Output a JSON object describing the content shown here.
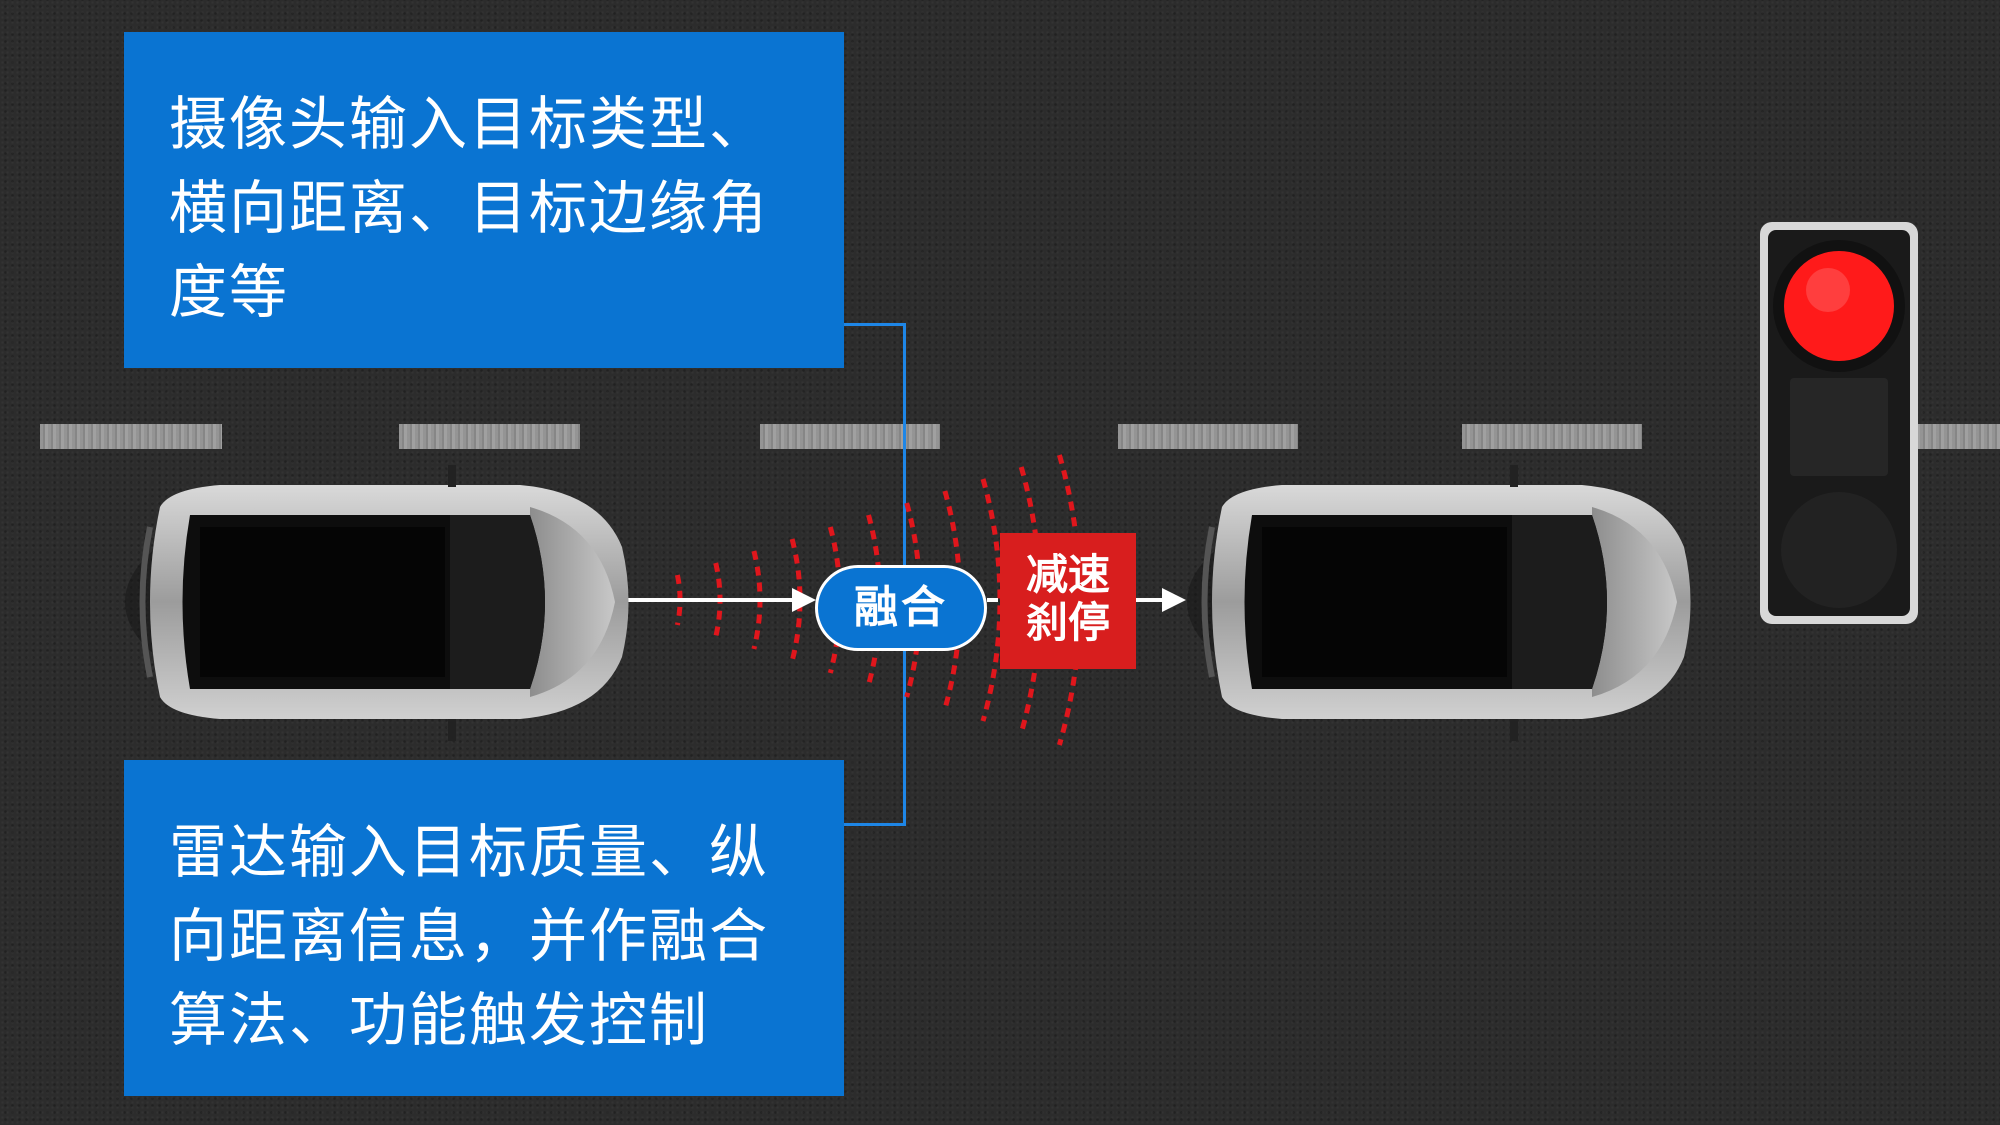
{
  "camera_box": {
    "lines": [
      "摄像头输入目标类型、",
      "横向距离、目标边缘角",
      "度等"
    ]
  },
  "radar_box": {
    "lines": [
      "雷达输入目标质量、纵",
      "向距离信息，并作融合",
      "算法、功能触发控制"
    ]
  },
  "fusion_label": "融合",
  "brake_label": [
    "减速",
    "刹停"
  ],
  "colors": {
    "box_blue": "#0a74d2",
    "alert_red": "#d81e1e",
    "road": "#2c2c2c",
    "traffic_light_red": "#ff1a1a"
  },
  "traffic_light": {
    "active": "red"
  }
}
